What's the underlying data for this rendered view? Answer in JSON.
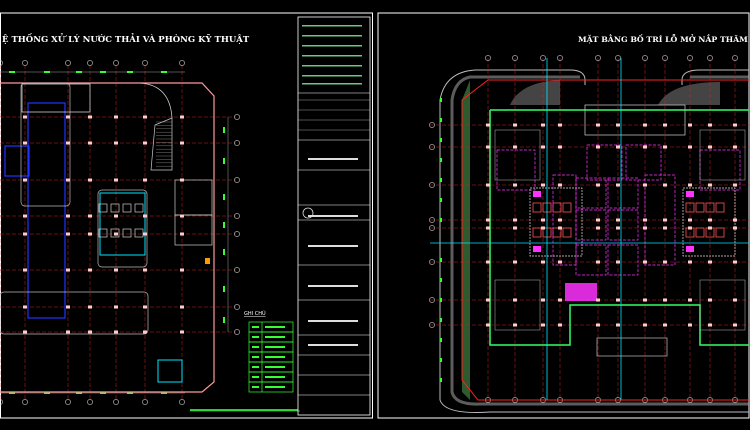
{
  "sheets": [
    {
      "title": "Ệ THỐNG XỬ LÝ NƯỚC THẢI VÀ PHÒNG KỸ THUẬT",
      "legend_heading": "GHI CHÚ"
    },
    {
      "title": "MẶT BẰNG BỐ TRÍ LỖ MỞ NẮP THĂM"
    }
  ],
  "colors": {
    "background": "#000000",
    "sheet_border": "#ffffff",
    "grid_axis": "#cc2222",
    "wall": "#ff9999",
    "dimension": "#33ff33",
    "equipment": "#00e5ff",
    "zone": "#2233ff",
    "opening": "#ff33ff",
    "landscape": "#2e5a2e"
  }
}
